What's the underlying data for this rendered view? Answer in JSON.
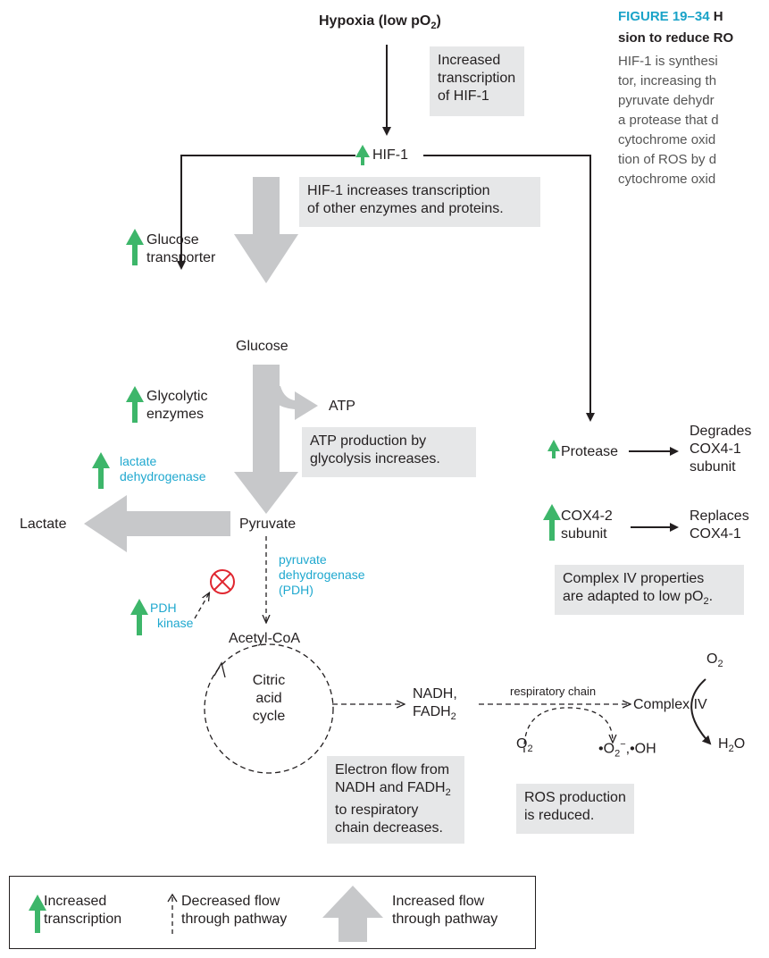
{
  "figure": {
    "number": "FIGURE 19–34",
    "title_start": "H",
    "title_line2": "sion to reduce RO",
    "caption_lines": [
      "HIF-1 is synthesi",
      "tor, increasing th",
      "pyruvate dehydr",
      "a protease that d",
      "cytochrome oxid",
      "tion of ROS by d",
      "cytochrome oxid"
    ]
  },
  "nodes": {
    "hypoxia_main": "Hypoxia (low pO",
    "hypoxia_sub": "2",
    "hypoxia_close": ")",
    "hif1": "HIF-1",
    "glucose_transporter_1": "Glucose",
    "glucose_transporter_2": "transporter",
    "glucose": "Glucose",
    "glycolytic_1": "Glycolytic",
    "glycolytic_2": "enzymes",
    "atp": "ATP",
    "pyruvate": "Pyruvate",
    "lactate": "Lactate",
    "ldh_1": "lactate",
    "ldh_2": "dehydrogenase",
    "pdh_1": "pyruvate",
    "pdh_2": "dehydrogenase",
    "pdh_3": "(PDH)",
    "pdh_kinase_1": "PDH",
    "pdh_kinase_2": "kinase",
    "acetyl_coa": "Acetyl-CoA",
    "citric_1": "Citric",
    "citric_2": "acid",
    "citric_3": "cycle",
    "nadh_1": "NADH,",
    "fadh": "FADH",
    "fadh_sub": "2",
    "respiratory_chain": "respiratory chain",
    "complex_iv": "Complex IV",
    "o2_left": "O",
    "o2_left_sub": "2",
    "ros": "O",
    "ros_sub": "2",
    "ros_sup": "−",
    "ros_oh": "OH",
    "o2_top": "O",
    "o2_top_sub": "2",
    "h2o_h": "H",
    "h2o_sub": "2",
    "h2o_o": "O",
    "protease": "Protease",
    "degrades_1": "Degrades",
    "degrades_2": "COX4-1",
    "degrades_3": "subunit",
    "cox42_1": "COX4-2",
    "cox42_2": "subunit",
    "replaces_1": "Replaces",
    "replaces_2": "COX4-1"
  },
  "notes": {
    "increased_hif_1": "Increased",
    "increased_hif_2": "transcription",
    "increased_hif_3": "of HIF-1",
    "hif_increases_1": "HIF-1 increases transcription",
    "hif_increases_2": "of other enzymes and proteins.",
    "atp_prod_1": "ATP production by",
    "atp_prod_2": "glycolysis increases.",
    "complex_iv_1": "Complex IV properties",
    "complex_iv_2": "are adapted to low pO",
    "complex_iv_sub": "2",
    "complex_iv_end": ".",
    "electron_1": "Electron flow from",
    "electron_2": "NADH and FADH",
    "electron_2_sub": "2",
    "electron_3": "to respiratory",
    "electron_4": "chain decreases.",
    "ros_1": "ROS production",
    "ros_2": "is reduced."
  },
  "legend": {
    "increased_transcription_1": "Increased",
    "increased_transcription_2": "transcription",
    "decreased_flow_1": "Decreased flow",
    "decreased_flow_2": "through pathway",
    "increased_flow_1": "Increased flow",
    "increased_flow_2": "through pathway"
  },
  "colors": {
    "green_arrow": "#3db66a",
    "gray_arrow": "#c7c8ca",
    "blue_text": "#1fa8cf",
    "caption_title": "#1aa3c8",
    "note_box": "#e6e7e8",
    "inhibit_red": "#e0262f"
  }
}
